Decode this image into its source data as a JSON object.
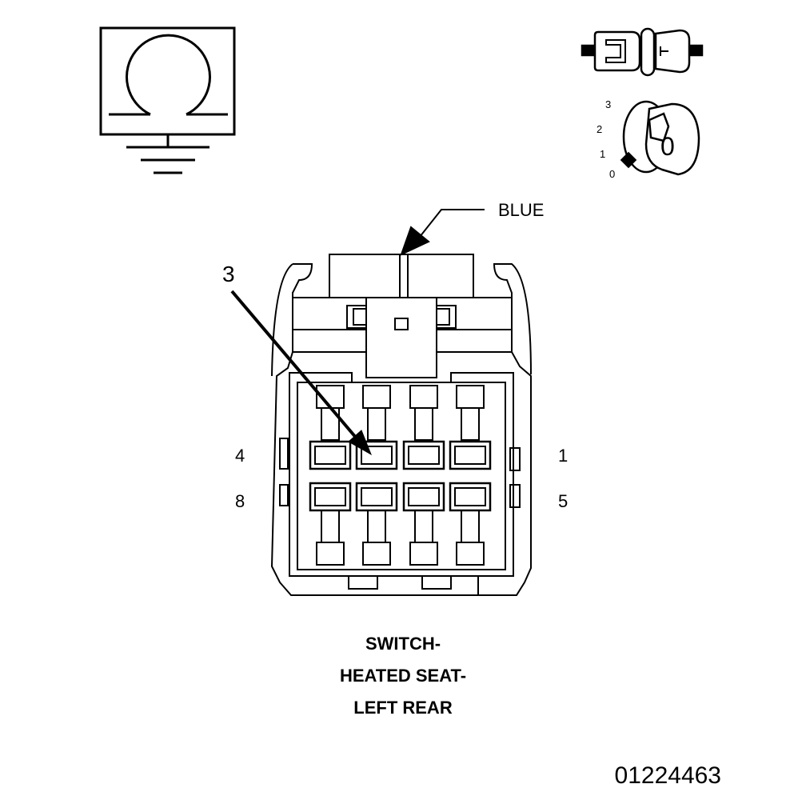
{
  "connector": {
    "color_label": "BLUE",
    "callout_pin": "3",
    "pin_label_top_left": "4",
    "pin_label_bottom_left": "8",
    "pin_label_top_right": "1",
    "pin_label_bottom_right": "5"
  },
  "switch_icon": {
    "positions": [
      "3",
      "2",
      "1",
      "0"
    ],
    "knob_label": "0"
  },
  "caption": {
    "line1": "SWITCH-",
    "line2": "HEATED SEAT-",
    "line3": "LEFT REAR"
  },
  "part_number": "01224463"
}
